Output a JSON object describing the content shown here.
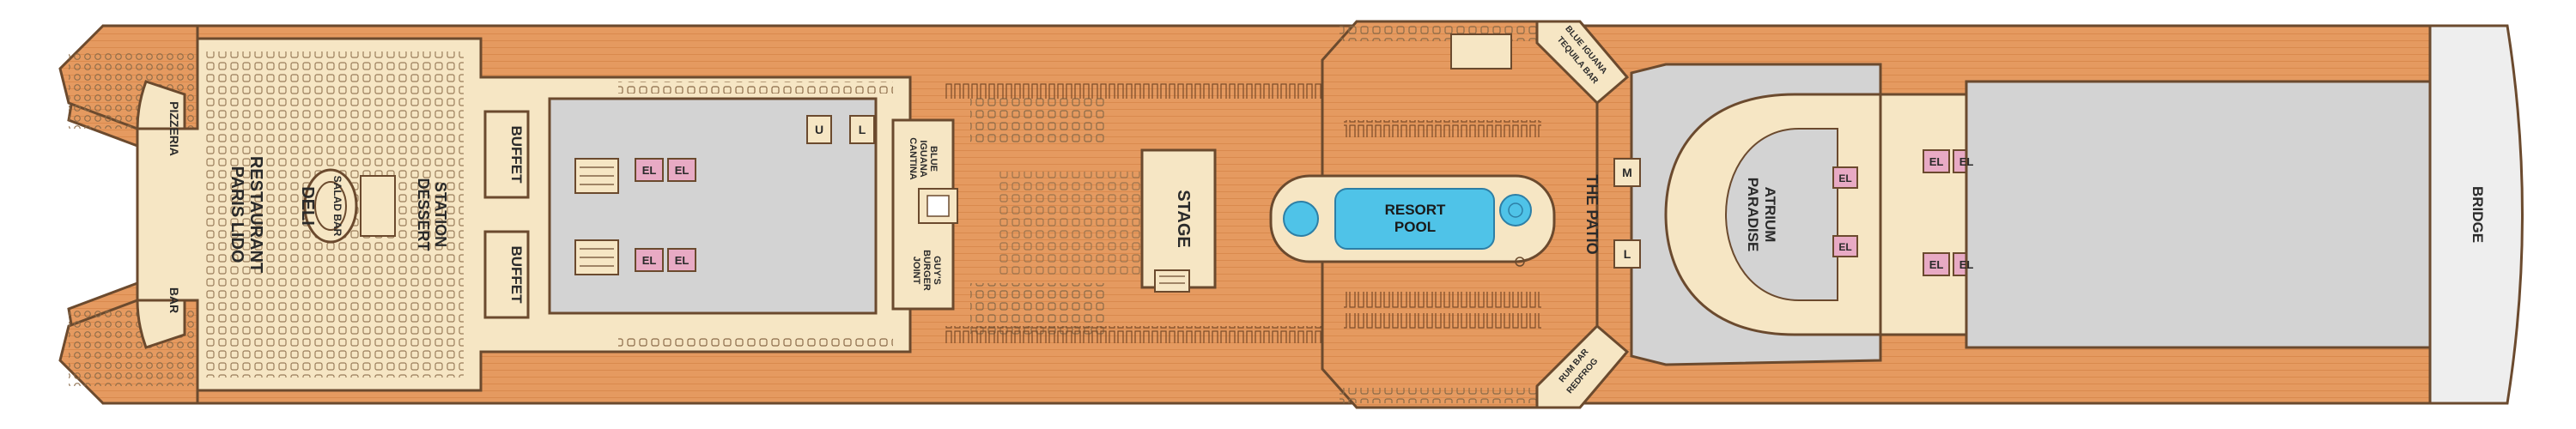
{
  "labels": {
    "pizzeria": "PIZZERIA",
    "bar_aft": "BAR",
    "paris_lido": "PARIS LIDO",
    "restaurant": "RESTAURANT",
    "deli": "DELI",
    "salad_bar": "SALAD BAR",
    "dessert": "DESSERT",
    "station": "STATION",
    "buffet_top": "BUFFET",
    "buffet_bottom": "BUFFET",
    "blue_iguana": "BLUE",
    "blue_iguana2": "IGUANA",
    "blue_iguana3": "CANTINA",
    "guys_burger1": "GUY'S",
    "guys_burger2": "BURGER",
    "guys_burger3": "JOINT",
    "stage": "STAGE",
    "resort_pool1": "RESORT",
    "resort_pool2": "POOL",
    "the_patio": "THE PATIO",
    "blue_iguana_tequila1": "BLUE IGUANA",
    "blue_iguana_tequila2": "TEQUILA BAR",
    "redfrog1": "REDFROG",
    "redfrog2": "RUM BAR",
    "paradise": "PARADISE",
    "atrium": "ATRIUM",
    "bridge": "BRIDGE",
    "el": "EL",
    "u": "U",
    "l": "L",
    "m": "M"
  },
  "colors": {
    "deck_wood": "#e59a60",
    "deck_cream": "#f6e6c4",
    "interior_gray": "#d3d3d3",
    "pool_blue": "#4fc3e8",
    "elevator_pink": "#e8aac4",
    "outline": "#6b4a2e"
  }
}
